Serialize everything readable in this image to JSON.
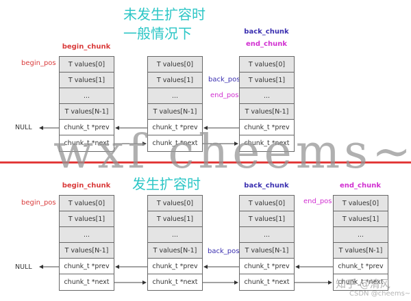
{
  "top_section": {
    "title_line1": "未发生扩容时",
    "title_line2": "一般情况下",
    "labels": {
      "begin_chunk": "begin_chunk",
      "back_chunk": "back_chunk",
      "end_chunk": "end_chunk",
      "begin_pos": "begin_pos",
      "back_pos": "back_pos",
      "end_pos": "end_pos",
      "null": "NULL"
    },
    "chunks": [
      {
        "cells": [
          "T values[0]",
          "T values[1]",
          "...",
          "T values[N-1]",
          "chunk_t *prev",
          "chunk_t *next"
        ]
      },
      {
        "cells": [
          "T values[0]",
          "T values[1]",
          "...",
          "T values[N-1]",
          "chunk_t *prev",
          "chunk_t *next"
        ]
      },
      {
        "cells": [
          "T values[0]",
          "T values[1]",
          "...",
          "T values[N-1]",
          "chunk_t *prev",
          "chunk_t *next"
        ]
      }
    ]
  },
  "bottom_section": {
    "title": "发生扩容时",
    "labels": {
      "begin_chunk": "begin_chunk",
      "back_chunk": "back_chunk",
      "end_chunk": "end_chunk",
      "begin_pos": "begin_pos",
      "back_pos": "back_pos",
      "end_pos": "end_pos",
      "null": "NULL"
    },
    "chunks": [
      {
        "cells": [
          "T values[0]",
          "T values[1]",
          "...",
          "T values[N-1]",
          "chunk_t *prev",
          "chunk_t *next"
        ]
      },
      {
        "cells": [
          "T values[0]",
          "T values[1]",
          "...",
          "T values[N-1]",
          "chunk_t *prev",
          "chunk_t *next"
        ]
      },
      {
        "cells": [
          "T values[0]",
          "T values[1]",
          "...",
          "T values[N-1]",
          "chunk_t *prev",
          "chunk_t *next"
        ]
      },
      {
        "cells": [
          "T values[0]",
          "T values[1]",
          "...",
          "T values[N-1]",
          "chunk_t *prev",
          "chunk_t *next"
        ]
      }
    ]
  },
  "watermarks": {
    "main": "wxf cheems~",
    "zhihu": "知乎 @清风",
    "csdn": "CSDN @cheems~"
  },
  "colors": {
    "title": "#2cc6c6",
    "begin": "#d93a3a",
    "back": "#3a2fb0",
    "end": "#d12fd1",
    "divider": "#e23a3a",
    "cell_gray": "#e4e4e4"
  }
}
